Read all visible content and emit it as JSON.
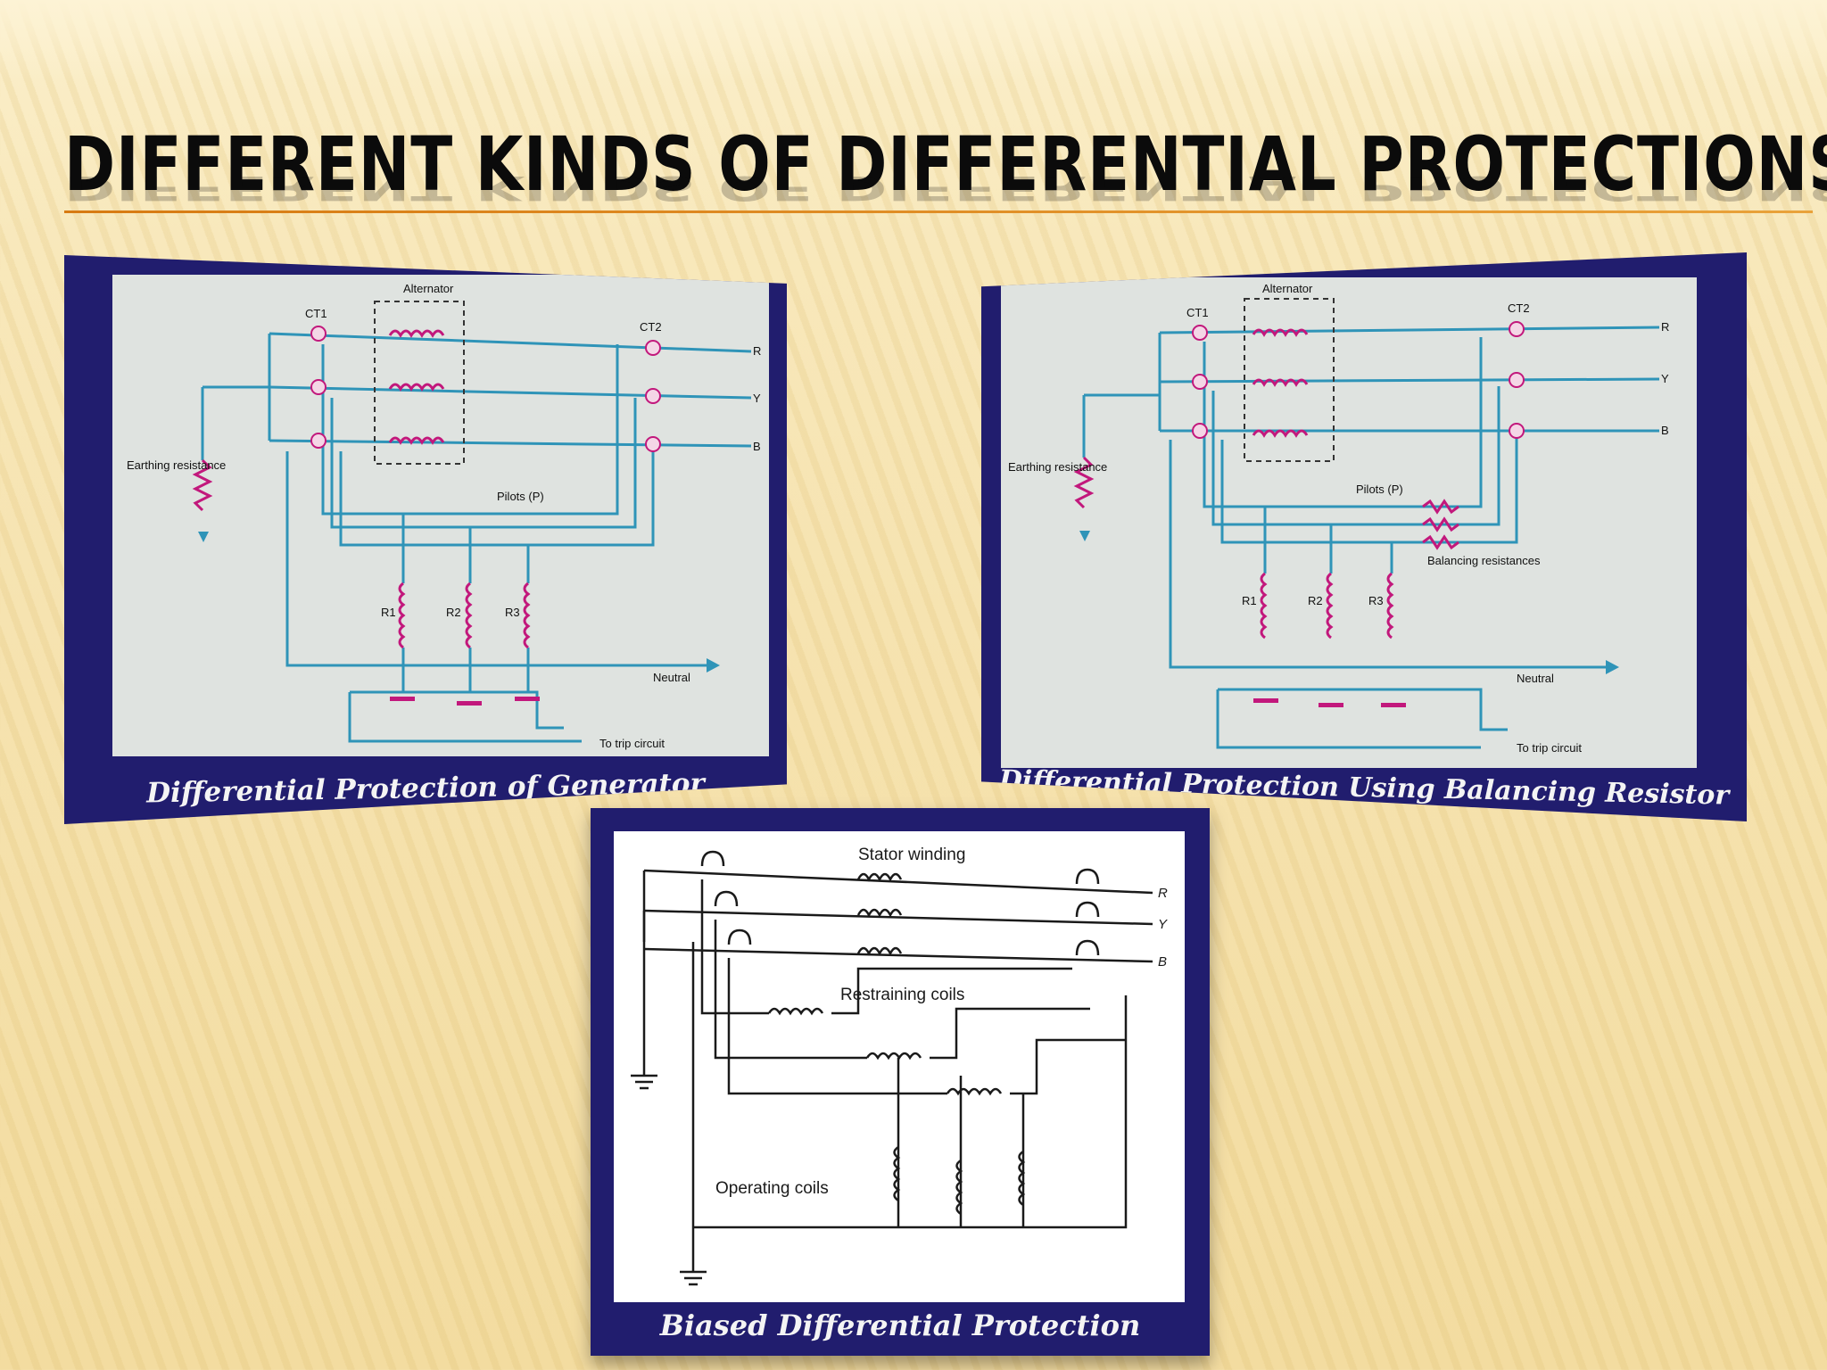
{
  "slide": {
    "title": "DIFFERENT KINDS OF DIFFERENTIAL PROTECTIONS :"
  },
  "diagram1": {
    "caption": "Differential Protection of Generator",
    "alternator": "Alternator",
    "ct1": "CT1",
    "ct2": "CT2",
    "phase_r": "R",
    "phase_y": "Y",
    "phase_b": "B",
    "earthing": "Earthing resistance",
    "pilots": "Pilots (P)",
    "r1": "R1",
    "r2": "R2",
    "r3": "R3",
    "neutral": "Neutral",
    "trip": "To trip circuit"
  },
  "diagram2": {
    "caption": "Differential Protection Using Balancing Resistor",
    "alternator": "Alternator",
    "ct1": "CT1",
    "ct2": "CT2",
    "phase_r": "R",
    "phase_y": "Y",
    "phase_b": "B",
    "earthing": "Earthing resistance",
    "pilots": "Pilots (P)",
    "balancing": "Balancing resistances",
    "r1": "R1",
    "r2": "R2",
    "r3": "R3",
    "neutral": "Neutral",
    "trip": "To trip circuit"
  },
  "diagram3": {
    "caption": "Biased Differential Protection",
    "stator": "Stator winding",
    "restraining": "Restraining coils",
    "operating": "Operating coils",
    "phase_r": "R",
    "phase_y": "Y",
    "phase_b": "B"
  },
  "colors": {
    "frame": "#211d6e",
    "wire": "#2f94b8",
    "coil": "#c2187c",
    "title_underline": "#d77a12"
  }
}
